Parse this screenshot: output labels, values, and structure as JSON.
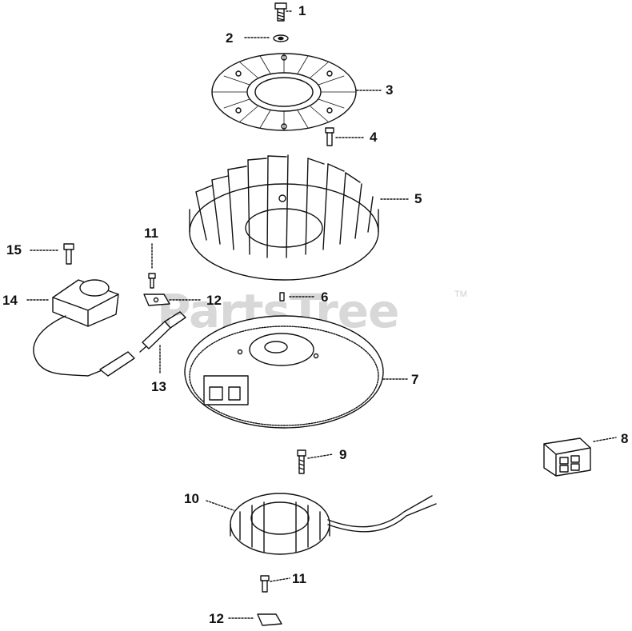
{
  "watermark": {
    "text": "PartsTree",
    "tm": "TM"
  },
  "callouts": [
    {
      "id": "c1",
      "text": "1"
    },
    {
      "id": "c2",
      "text": "2"
    },
    {
      "id": "c3",
      "text": "3"
    },
    {
      "id": "c4",
      "text": "4"
    },
    {
      "id": "c5",
      "text": "5"
    },
    {
      "id": "c6",
      "text": "6"
    },
    {
      "id": "c7",
      "text": "7"
    },
    {
      "id": "c8",
      "text": "8"
    },
    {
      "id": "c9",
      "text": "9"
    },
    {
      "id": "c10",
      "text": "10"
    },
    {
      "id": "c11a",
      "text": "11"
    },
    {
      "id": "c11b",
      "text": "11"
    },
    {
      "id": "c12a",
      "text": "12"
    },
    {
      "id": "c12b",
      "text": "12"
    },
    {
      "id": "c13",
      "text": "13"
    },
    {
      "id": "c14",
      "text": "14"
    },
    {
      "id": "c15",
      "text": "15"
    }
  ]
}
